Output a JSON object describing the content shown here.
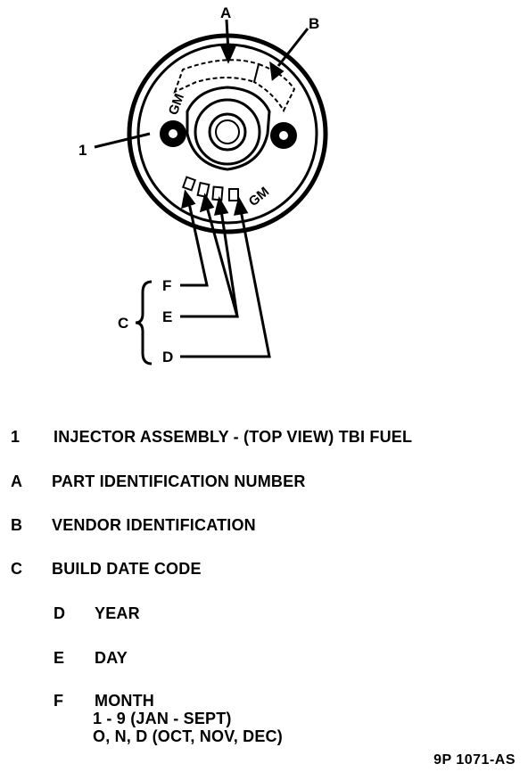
{
  "diagram": {
    "callouts": {
      "one": "1",
      "a": "A",
      "b": "B",
      "c": "C",
      "d": "D",
      "e": "E",
      "f": "F"
    },
    "logo_text": "GM"
  },
  "legend": [
    {
      "key": "1",
      "text": "INJECTOR ASSEMBLY - (TOP VIEW) TBI FUEL"
    },
    {
      "key": "A",
      "text": "PART IDENTIFICATION NUMBER"
    },
    {
      "key": "B",
      "text": "VENDOR IDENTIFICATION"
    },
    {
      "key": "C",
      "text": "BUILD DATE CODE"
    },
    {
      "key": "D",
      "text": "YEAR"
    },
    {
      "key": "E",
      "text": "DAY"
    },
    {
      "key": "F",
      "text": "MONTH",
      "sub1": "1 - 9 (JAN - SEPT)",
      "sub2": "O, N, D (OCT, NOV, DEC)"
    }
  ],
  "figure_id": "9P 1071-AS"
}
